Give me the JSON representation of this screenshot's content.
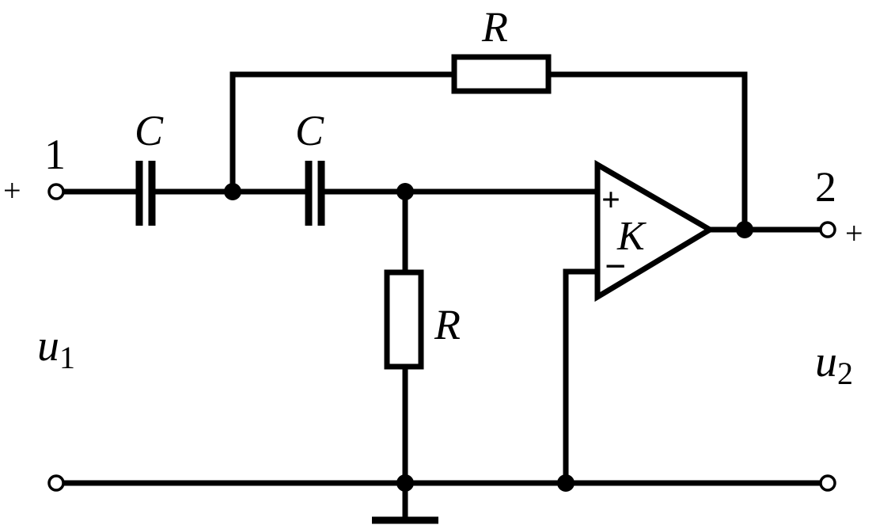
{
  "labels": {
    "node_1": "1",
    "node_2": "2",
    "input_plus": "+",
    "output_plus": "+",
    "cap_left": "C",
    "cap_right": "C",
    "res_feedback": "R",
    "res_shunt": "R",
    "amp_gain": "K",
    "amp_noninverting": "+",
    "amp_inverting": "−",
    "u1_var": "u",
    "u1_sub": "1",
    "u2_var": "u",
    "u2_sub": "2"
  }
}
